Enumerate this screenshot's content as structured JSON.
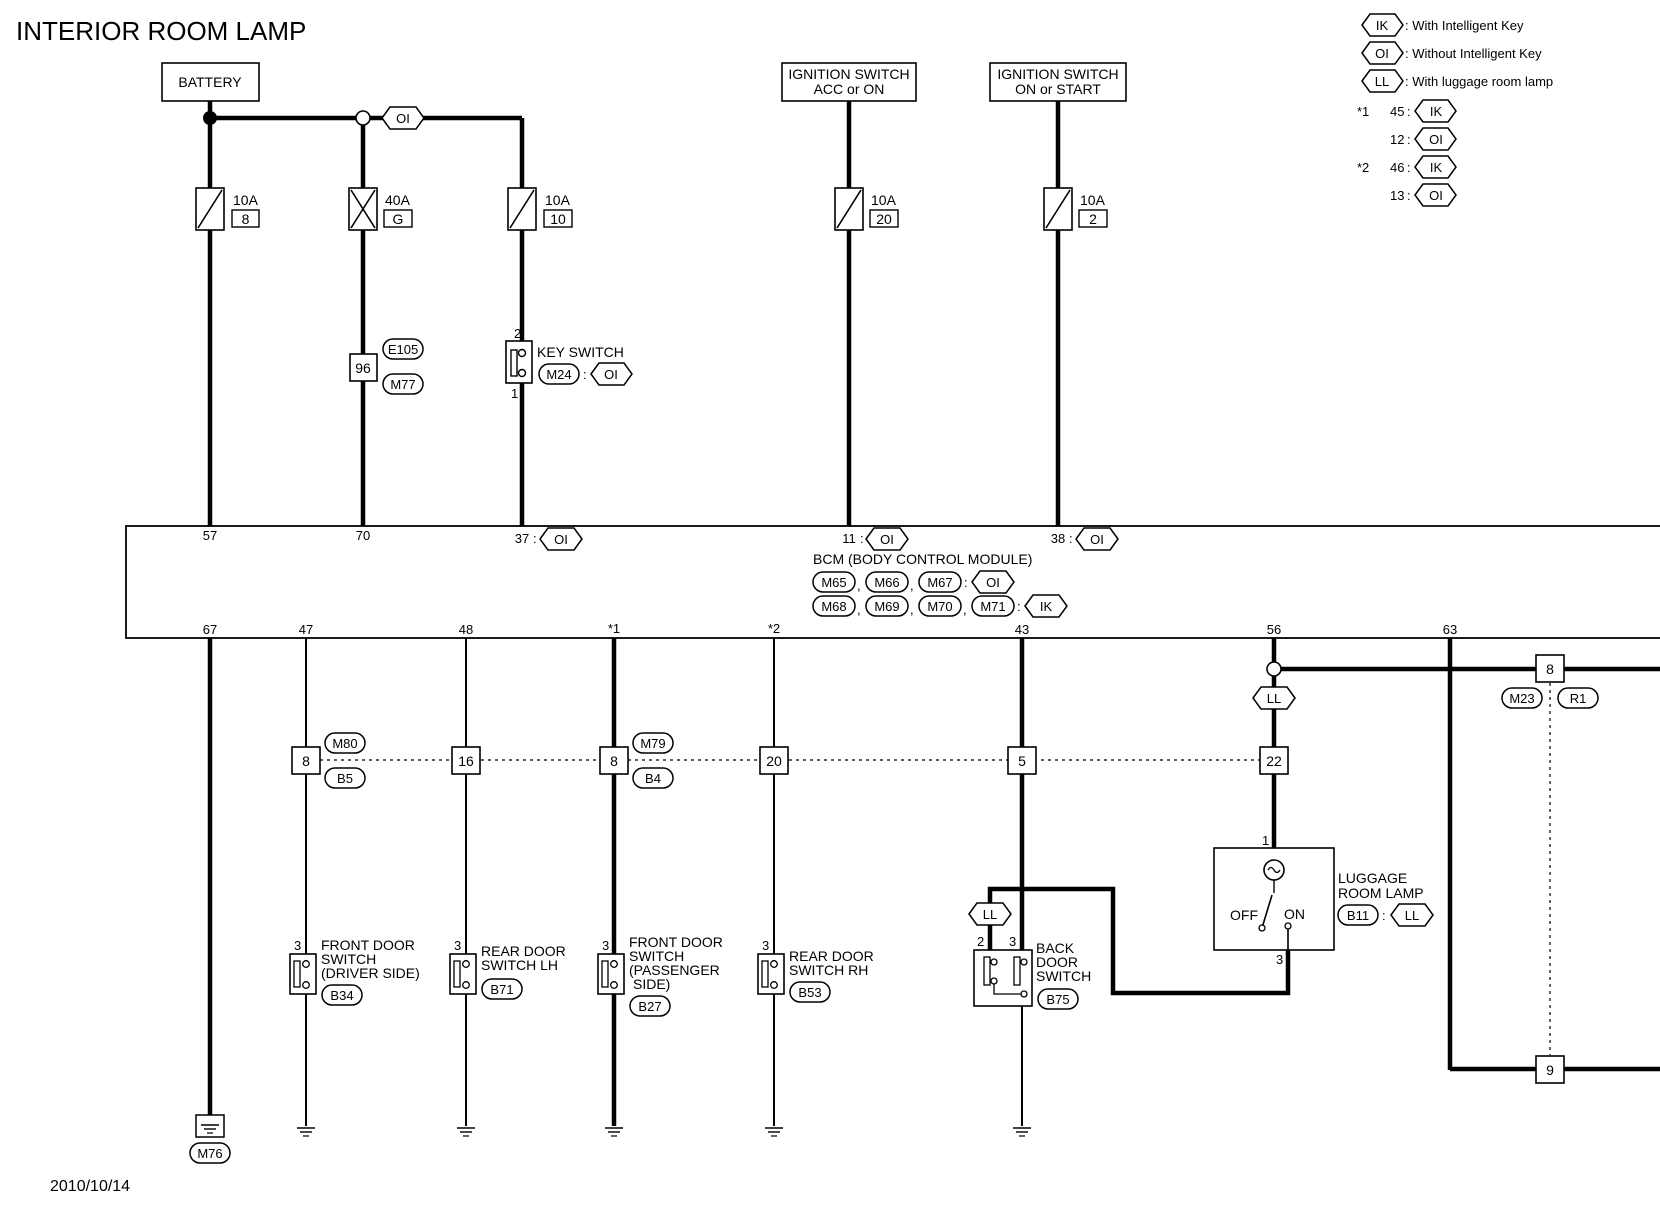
{
  "title": "INTERIOR ROOM LAMP",
  "date": "2010/10/14",
  "legend": {
    "ik": {
      "code": "IK",
      "text": ": With Intelligent Key"
    },
    "oi": {
      "code": "OI",
      "text": ": Without Intelligent Key"
    },
    "ll": {
      "code": "LL",
      "text": ": With luggage room lamp"
    },
    "star1": "*1",
    "star2": "*2",
    "star1_ik_pin": "45",
    "star1_oi_pin": "12",
    "star2_ik_pin": "46",
    "star2_oi_pin": "13",
    "colon": ":"
  },
  "supplies": {
    "battery": "BATTERY",
    "ign_acc_line1": "IGNITION SWITCH",
    "ign_acc_line2": "ACC or ON",
    "ign_on_line1": "IGNITION SWITCH",
    "ign_on_line2": "ON or START"
  },
  "fuses": {
    "f1_amp": "10A",
    "f1_no": "8",
    "f2_amp": "40A",
    "f2_no": "G",
    "f3_amp": "10A",
    "f3_no": "10",
    "f4_amp": "10A",
    "f4_no": "20",
    "f5_amp": "10A",
    "f5_no": "2"
  },
  "connectors": {
    "e105": "E105",
    "m77": "M77",
    "term_96": "96",
    "key_switch": "KEY SWITCH",
    "m24": "M24",
    "ks_pin2": "2",
    "ks_pin1": "1",
    "m80": "M80",
    "b5": "B5",
    "m79": "M79",
    "b4": "B4",
    "m23": "M23",
    "r1": "R1",
    "m76": "M76"
  },
  "bcm": {
    "name": "BCM (BODY CONTROL MODULE)",
    "conn_m65": "M65",
    "conn_m66": "M66",
    "conn_m67": "M67",
    "conn_m68": "M68",
    "conn_m69": "M69",
    "conn_m70": "M70",
    "conn_m71": "M71",
    "comma": ",",
    "pin_57": "57",
    "pin_70": "70",
    "pin_37": "37",
    "pin_11": "11",
    "pin_38": "38",
    "pin_67": "67",
    "pin_47": "47",
    "pin_48": "48",
    "pin_star1": "*1",
    "pin_star2": "*2",
    "pin_43": "43",
    "pin_56": "56",
    "pin_63": "63"
  },
  "junctions": {
    "j8a": "8",
    "j16": "16",
    "j8b": "8",
    "j20": "20",
    "j5": "5",
    "j22": "22",
    "j8r": "8",
    "j9r": "9"
  },
  "switches": {
    "fd_driver_l1": "FRONT DOOR",
    "fd_driver_l2": "SWITCH",
    "fd_driver_l3": "(DRIVER SIDE)",
    "fd_driver_conn": "B34",
    "fd_driver_pin": "3",
    "rd_lh_l1": "REAR DOOR",
    "rd_lh_l2": "SWITCH LH",
    "rd_lh_conn": "B71",
    "rd_lh_pin": "3",
    "fd_pass_l1": "FRONT DOOR",
    "fd_pass_l2": "SWITCH",
    "fd_pass_l3": "(PASSENGER",
    "fd_pass_l4": "SIDE)",
    "fd_pass_conn": "B27",
    "fd_pass_pin": "3",
    "rd_rh_l1": "REAR DOOR",
    "rd_rh_l2": "SWITCH RH",
    "rd_rh_conn": "B53",
    "rd_rh_pin": "3",
    "back_l1": "BACK",
    "back_l2": "DOOR",
    "back_l3": "SWITCH",
    "back_conn": "B75",
    "back_pin2": "2",
    "back_pin3": "3"
  },
  "lamp": {
    "l1": "LUGGAGE",
    "l2": "ROOM LAMP",
    "conn": "B11",
    "off": "OFF",
    "on": "ON",
    "pin1": "1",
    "pin3": "3"
  }
}
